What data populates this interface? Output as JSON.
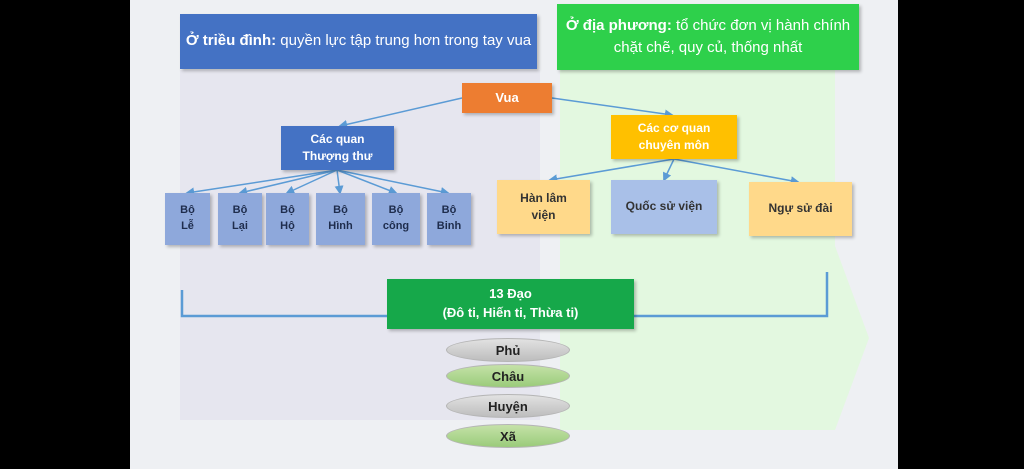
{
  "header_left": {
    "bold": "Ở triều đình:",
    "text": " quyền lực tập trung hơn trong tay vua"
  },
  "header_right": {
    "bold": "Ở địa phương:",
    "text": " tổ chức đơn vị hành chính chặt chẽ, quy củ, thống nhất"
  },
  "vua": "Vua",
  "thuong_thu": {
    "line1": "Các quan",
    "line2": "Thượng thư"
  },
  "co_quan": {
    "line1": "Các cơ quan",
    "line2": "chuyên môn"
  },
  "bo": [
    {
      "line1": "Bộ",
      "line2": "Lễ"
    },
    {
      "line1": "Bộ",
      "line2": "Lại"
    },
    {
      "line1": "Bộ",
      "line2": "Hộ"
    },
    {
      "line1": "Bộ",
      "line2": "Hình"
    },
    {
      "line1": "Bộ",
      "line2": "công"
    },
    {
      "line1": "Bộ",
      "line2": "Binh"
    }
  ],
  "chuyen_mon": [
    {
      "line1": "Hàn lâm",
      "line2": "viện"
    },
    {
      "line1": "Quốc sử viện",
      "line2": ""
    },
    {
      "line1": "Ngự sử đài",
      "line2": ""
    }
  ],
  "dao": {
    "line1": "13 Đạo",
    "line2": "(Đô ti, Hiến ti, Thừa ti)"
  },
  "levels": [
    "Phủ",
    "Châu",
    "Huyện",
    "Xã"
  ],
  "colors": {
    "blue_header": "#4472c4",
    "green_header": "#2ed04b",
    "vua": "#ed7d31",
    "co_quan": "#ffc000",
    "dao": "#16a84a"
  }
}
